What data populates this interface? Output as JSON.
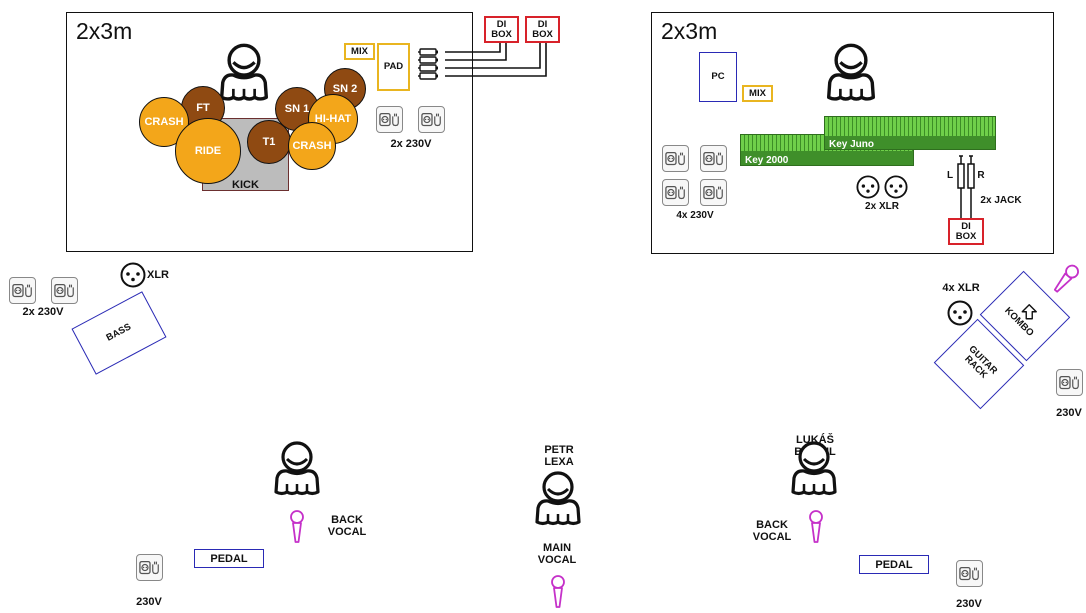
{
  "left_riser": {
    "title": "2x3m",
    "drums": {
      "crash_left": "CRASH",
      "ft": "FT",
      "ride": "RIDE",
      "sn1": "SN 1",
      "sn2": "SN 2",
      "t1": "T1",
      "hihat": "HI-HAT",
      "crash_right": "CRASH",
      "kick": "KICK"
    },
    "mix": "MIX",
    "pad": "PAD",
    "di_box_1": "DI\nBOX",
    "di_box_2": "DI\nBOX",
    "power": "2x 230V"
  },
  "right_riser": {
    "title": "2x3m",
    "pc": "PC",
    "mix": "MIX",
    "key_juno": "Key Juno",
    "key_2000": "Key 2000",
    "power": "4x 230V",
    "xlr": "2x XLR",
    "jack": "2x JACK",
    "l": "L",
    "r": "R",
    "di_box": "DI\nBOX"
  },
  "bass_area": {
    "power": "2x 230V",
    "xlr": "XLR",
    "bass": "BASS"
  },
  "guitar_area": {
    "xlr": "4x XLR",
    "kombo": "KOMBO",
    "guitar_rack": "GUITAR\nRACK",
    "power": "230V"
  },
  "front": {
    "back_vocal_left": "BACK\nVOCAL",
    "pedal_left": "PEDAL",
    "power_left": "230V",
    "petr_name": "PETR\nLEXA",
    "main_vocal": "MAIN\nVOCAL",
    "lukas_name": "LUKÁŠ\nBUNDIL",
    "back_vocal_right": "BACK\nVOCAL",
    "pedal_right": "PEDAL",
    "power_right": "230V"
  },
  "colors": {
    "cymbal": "#f3a61a",
    "tom": "#8f4a12",
    "mic": "#c531c9",
    "di_border": "#d8222a",
    "mix_border": "#e9b520",
    "amp_border": "#2a2ab5",
    "keyboard": "#5fbf3f"
  }
}
